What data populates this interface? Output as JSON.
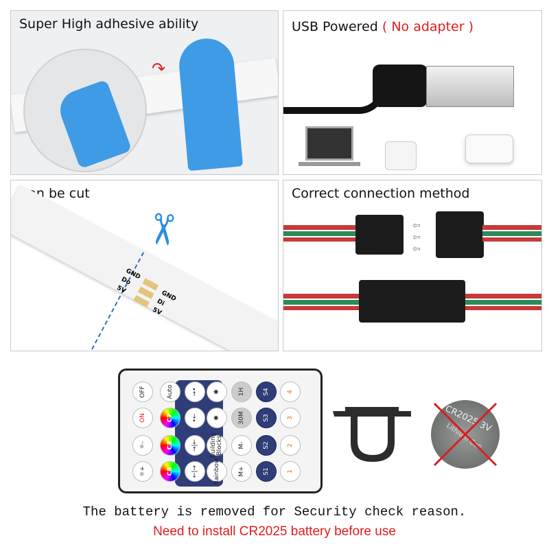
{
  "panels": {
    "adhesive": {
      "title": "Super High adhesive ability"
    },
    "usb": {
      "title": "USB Powered",
      "note": "( No adapter )"
    },
    "cut": {
      "title": "Can be cut",
      "pads_left": [
        "GND",
        "Do",
        "5V"
      ],
      "pads_right": [
        "GND",
        "Di",
        "5V"
      ]
    },
    "connection": {
      "title": "Correct connection method"
    }
  },
  "remote": {
    "buttons": [
      [
        "OFF",
        "Auto",
        "→•",
        "✱",
        "1H",
        "S4",
        "4"
      ],
      [
        "ON",
        "C7",
        "•←",
        "✱",
        "30M",
        "S3",
        "3"
      ],
      [
        "☼-",
        "C3",
        "→|←",
        "Building Blocks",
        "M-",
        "S2",
        "2"
      ],
      [
        "☼+",
        "C5",
        "←|→",
        "Rainbow",
        "M+",
        "S1",
        "1"
      ]
    ]
  },
  "battery": {
    "label": "CR2025 3V",
    "sub": "Lithium Cell"
  },
  "footer": {
    "line1": "The battery is removed for Security check reason.",
    "line2": "Need to install CR2025 battery before use"
  },
  "colors": {
    "accent_red": "#e21b1b",
    "remote_blue": "#2f3d78",
    "tape_blue": "#3f9be6"
  }
}
